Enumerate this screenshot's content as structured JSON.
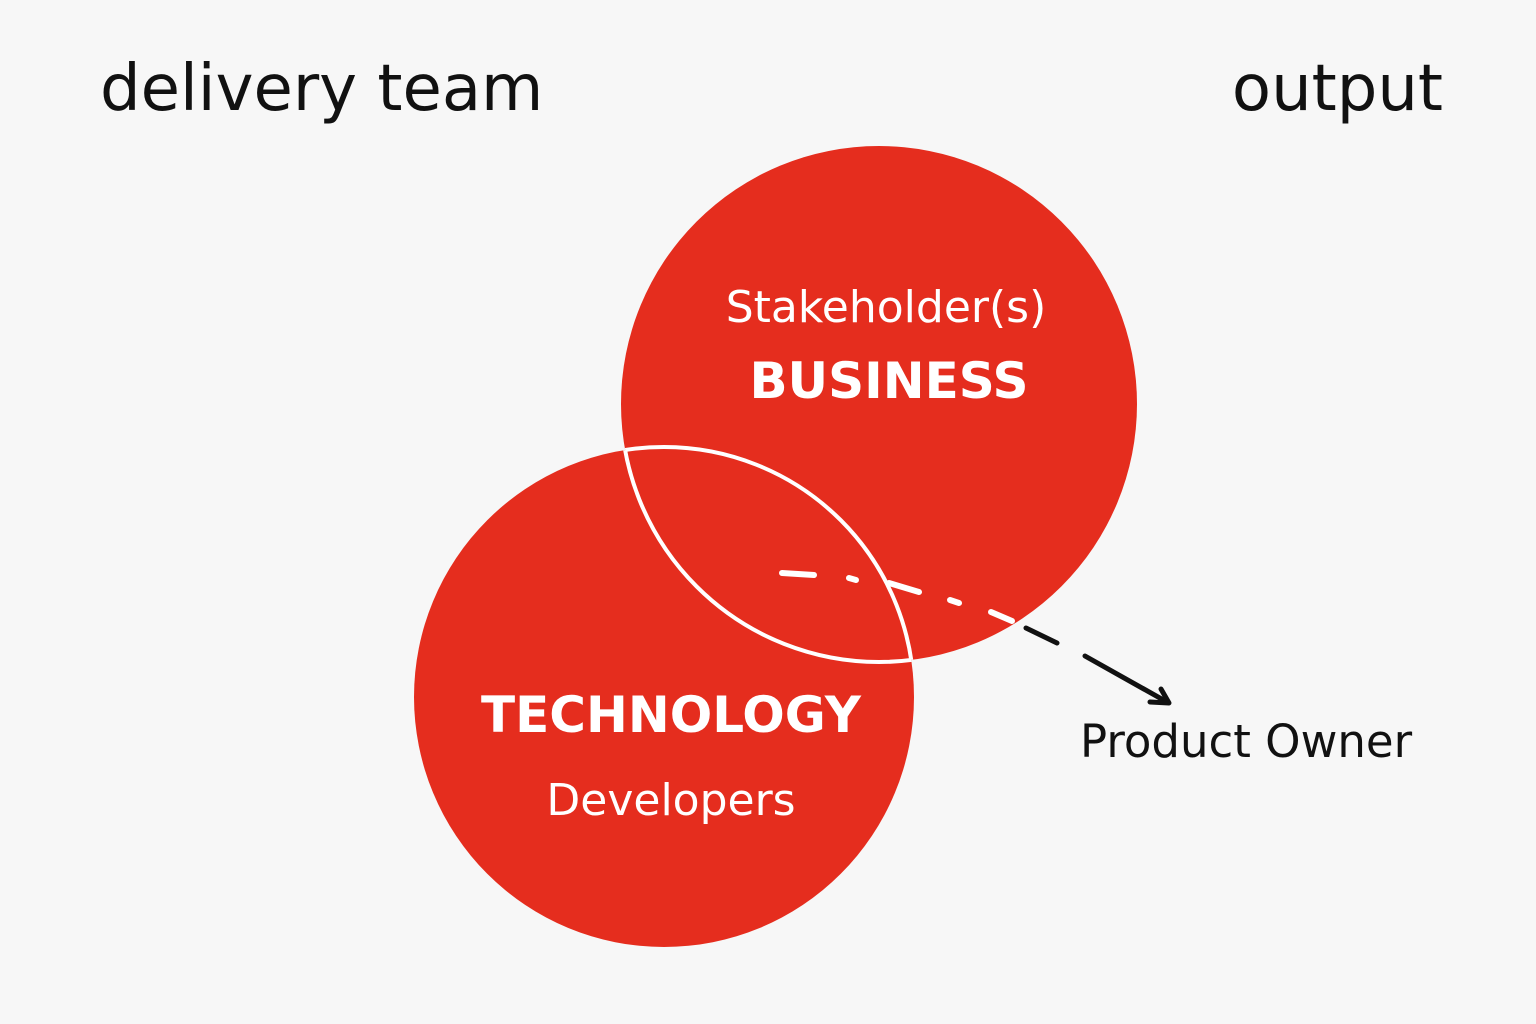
{
  "colors": {
    "circle_fill": "#e52d1e",
    "background": "#f7f7f7",
    "outline": "#ffffff",
    "ink": "#111111"
  },
  "labels": {
    "top_left": "delivery team",
    "top_right": "output",
    "business_sub": "Stakeholder(s)",
    "business_title": "BUSINESS",
    "technology_title": "TECHNOLOGY",
    "technology_sub": "Developers",
    "arrow_target": "Product Owner"
  }
}
